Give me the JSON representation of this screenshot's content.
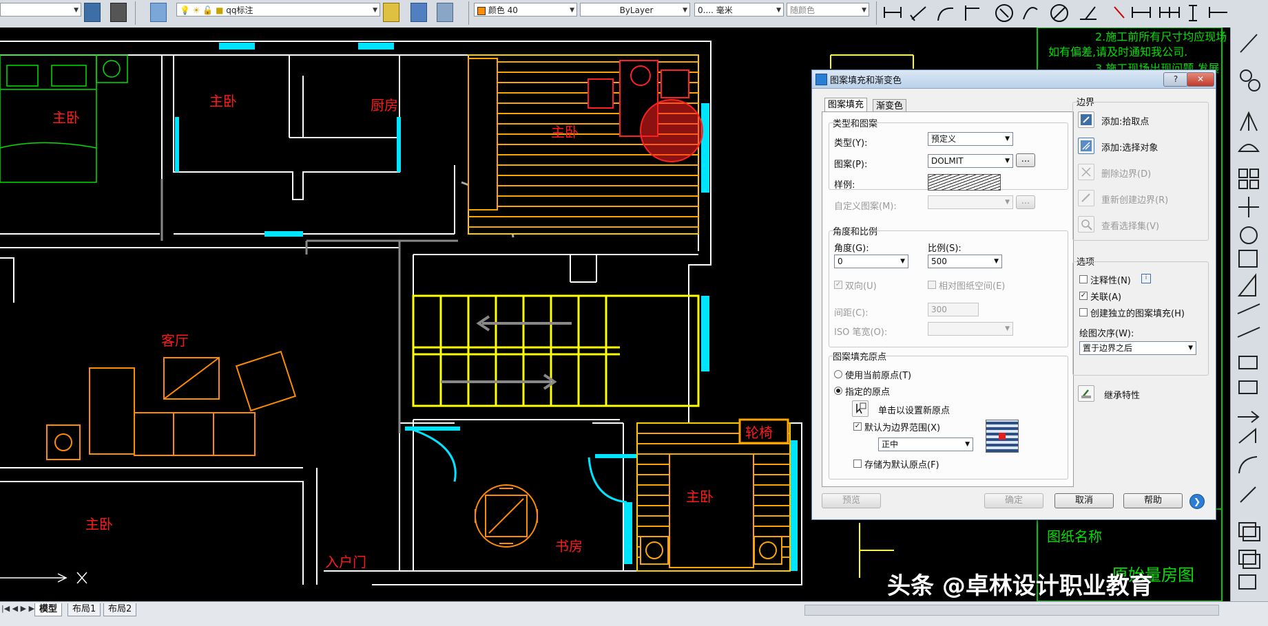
{
  "toolbar": {
    "layer_name": "qq标注",
    "color": "颜色 40",
    "linetype": "ByLayer",
    "lineweight": "0.... 毫米",
    "plotstyle": "随颜色"
  },
  "canvas": {
    "rooms": [
      "主卧",
      "主卧",
      "厨房",
      "主卧",
      "客厅",
      "主卧",
      "书房",
      "主卧",
      "入户门",
      "轮椅"
    ],
    "notes": [
      "2.施工前所有尺寸均应现场",
      "如有偏差,请及时通知我公司.",
      "3.施工现场出现问题,发展",
      "图纸名称",
      "原始量房图"
    ],
    "watermark": "头条 @卓林设计职业教育"
  },
  "bottom": {
    "tabs": [
      "模型",
      "布局1",
      "布局2"
    ]
  },
  "dialog": {
    "title": "图案填充和渐变色",
    "help_btn": "?",
    "close_btn": "✕",
    "tabs": [
      "图案填充",
      "渐变色"
    ],
    "type_pattern": {
      "group_label": "类型和图案",
      "type_label": "类型(Y):",
      "type_value": "预定义",
      "pattern_label": "图案(P):",
      "pattern_value": "DOLMIT",
      "ellipsis": "...",
      "sample_label": "样例:",
      "custom_label": "自定义图案(M):"
    },
    "angle_scale": {
      "group_label": "角度和比例",
      "angle_label": "角度(G):",
      "angle_value": "0",
      "scale_label": "比例(S):",
      "scale_value": "500",
      "double_label": "双向(U)",
      "relative_label": "相对图纸空间(E)",
      "spacing_label": "间距(C):",
      "spacing_value": "300",
      "iso_label": "ISO 笔宽(O):"
    },
    "origin": {
      "group_label": "图案填充原点",
      "use_current": "使用当前原点(T)",
      "specified": "指定的原点",
      "click_set": "单击以设置新原点",
      "default_extent": "默认为边界范围(X)",
      "extent_value": "正中",
      "store_default": "存储为默认原点(F)"
    },
    "boundary": {
      "group_label": "边界",
      "add_pick": "添加:拾取点",
      "add_select": "添加:选择对象",
      "remove": "删除边界(D)",
      "recreate": "重新创建边界(R)",
      "view_selection": "查看选择集(V)"
    },
    "options": {
      "group_label": "选项",
      "annotative": "注释性(N)",
      "associative": "关联(A)",
      "separate": "创建独立的图案填充(H)",
      "draw_order_label": "绘图次序(W):",
      "draw_order_value": "置于边界之后"
    },
    "inherit": "继承特性",
    "footer": {
      "preview": "预览",
      "ok": "确定",
      "cancel": "取消",
      "help": "帮助"
    }
  },
  "colors": {
    "wall": "#ffffff",
    "room_label": "#ff1a1a",
    "furniture": "#ff8c00",
    "stair": "#ffff00",
    "window": "#00e5ff",
    "note": "#00e000"
  }
}
